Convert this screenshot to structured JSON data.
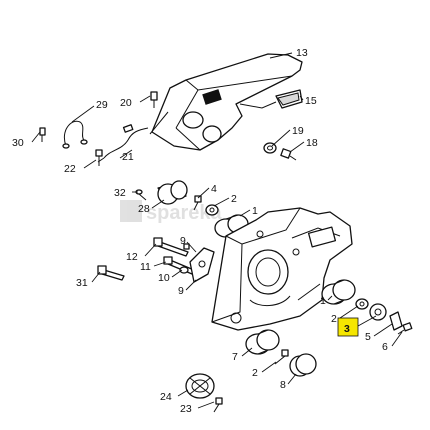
{
  "callouts": [
    {
      "id": "13",
      "text": "13"
    },
    {
      "id": "15",
      "text": "15"
    },
    {
      "id": "29",
      "text": "29"
    },
    {
      "id": "20",
      "text": "20"
    },
    {
      "id": "30",
      "text": "30"
    },
    {
      "id": "21",
      "text": "21"
    },
    {
      "id": "22",
      "text": "22"
    },
    {
      "id": "19",
      "text": "19"
    },
    {
      "id": "18",
      "text": "18"
    },
    {
      "id": "32",
      "text": "32"
    },
    {
      "id": "4",
      "text": "4"
    },
    {
      "id": "2a",
      "text": "2"
    },
    {
      "id": "28",
      "text": "28"
    },
    {
      "id": "1a",
      "text": "1"
    },
    {
      "id": "9",
      "text": "9"
    },
    {
      "id": "12",
      "text": "12"
    },
    {
      "id": "11",
      "text": "11"
    },
    {
      "id": "31",
      "text": "31"
    },
    {
      "id": "10",
      "text": "10"
    },
    {
      "id": "9b",
      "text": "9"
    },
    {
      "id": "1b",
      "text": "1"
    },
    {
      "id": "2b",
      "text": "2"
    },
    {
      "id": "3",
      "text": "3"
    },
    {
      "id": "5",
      "text": "5"
    },
    {
      "id": "6",
      "text": "6"
    },
    {
      "id": "7",
      "text": "7"
    },
    {
      "id": "2c",
      "text": "2"
    },
    {
      "id": "8",
      "text": "8"
    },
    {
      "id": "24",
      "text": "24"
    },
    {
      "id": "23",
      "text": "23"
    }
  ],
  "watermark": "spareka",
  "highlight_color": "#f5e600"
}
